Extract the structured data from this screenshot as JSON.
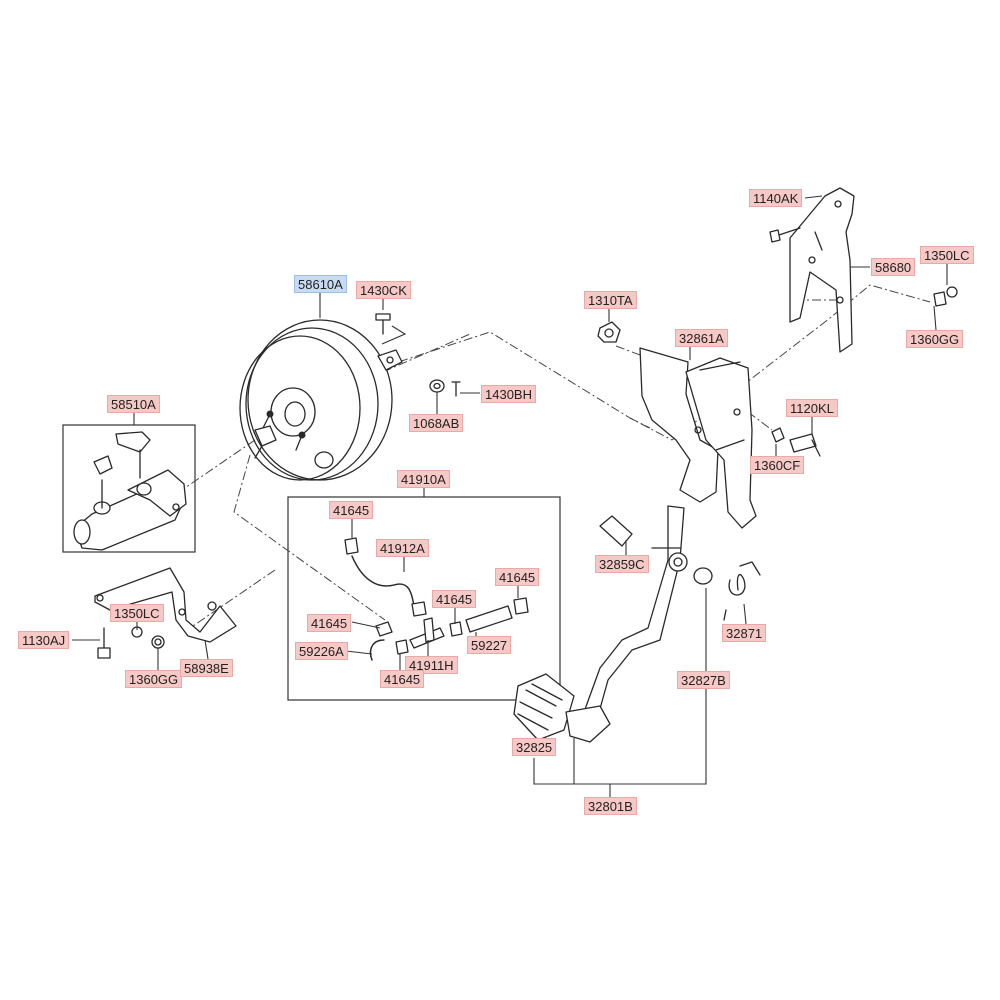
{
  "colors": {
    "label_bg": "#f7c9c6",
    "label_highlight_bg": "#c7dbf3",
    "line": "#2a2a2a"
  },
  "highlighted_part": "58610A",
  "labels": {
    "l58610A": "58610A",
    "l1430CK": "1430CK",
    "l1068AB": "1068AB",
    "l1430BH": "1430BH",
    "l58510A": "58510A",
    "l41910A": "41910A",
    "l41645_a": "41645",
    "l41912A": "41912A",
    "l41645_b": "41645",
    "l41645_c": "41645",
    "l41645_d": "41645",
    "l59226A": "59226A",
    "l41911H": "41911H",
    "l41645_e": "41645",
    "l59227": "59227",
    "l1350LC_a": "1350LC",
    "l1130AJ": "1130AJ",
    "l1360GG_a": "1360GG",
    "l58938E": "58938E",
    "l1140AK": "1140AK",
    "l58680": "58680",
    "l1350LC_b": "1350LC",
    "l1360GG_b": "1360GG",
    "l1310TA": "1310TA",
    "l32861A": "32861A",
    "l1120KL": "1120KL",
    "l1360CF": "1360CF",
    "l32859C": "32859C",
    "l32871": "32871",
    "l32827B": "32827B",
    "l32825": "32825",
    "l32801B": "32801B"
  }
}
